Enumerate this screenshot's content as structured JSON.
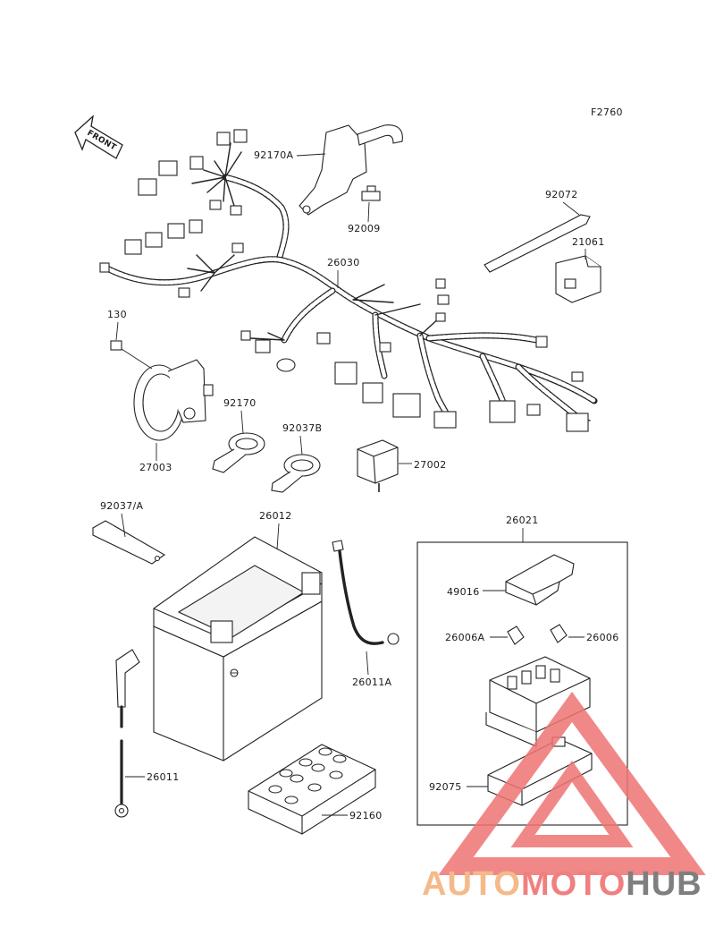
{
  "figure_code": "F2760",
  "front_arrow_text": "FRONT",
  "parts": {
    "p92170A": "92170A",
    "p92009": "92009",
    "p92072": "92072",
    "p21061": "21061",
    "p26030": "26030",
    "p130": "130",
    "p27003": "27003",
    "p92170": "92170",
    "p92037B": "92037B",
    "p27002": "27002",
    "p92037A": "92037/A",
    "p26012": "26012",
    "p26021": "26021",
    "p49016": "49016",
    "p26006A": "26006A",
    "p26006": "26006",
    "p26011A": "26011A",
    "p26011": "26011",
    "p92075": "92075",
    "p92160": "92160"
  },
  "watermark": {
    "part1": "AUTO",
    "part2": "MOTO",
    "part3": "HUB",
    "color1": "#f5b98a",
    "color2": "#f08080",
    "color3": "#7f7f7f"
  }
}
